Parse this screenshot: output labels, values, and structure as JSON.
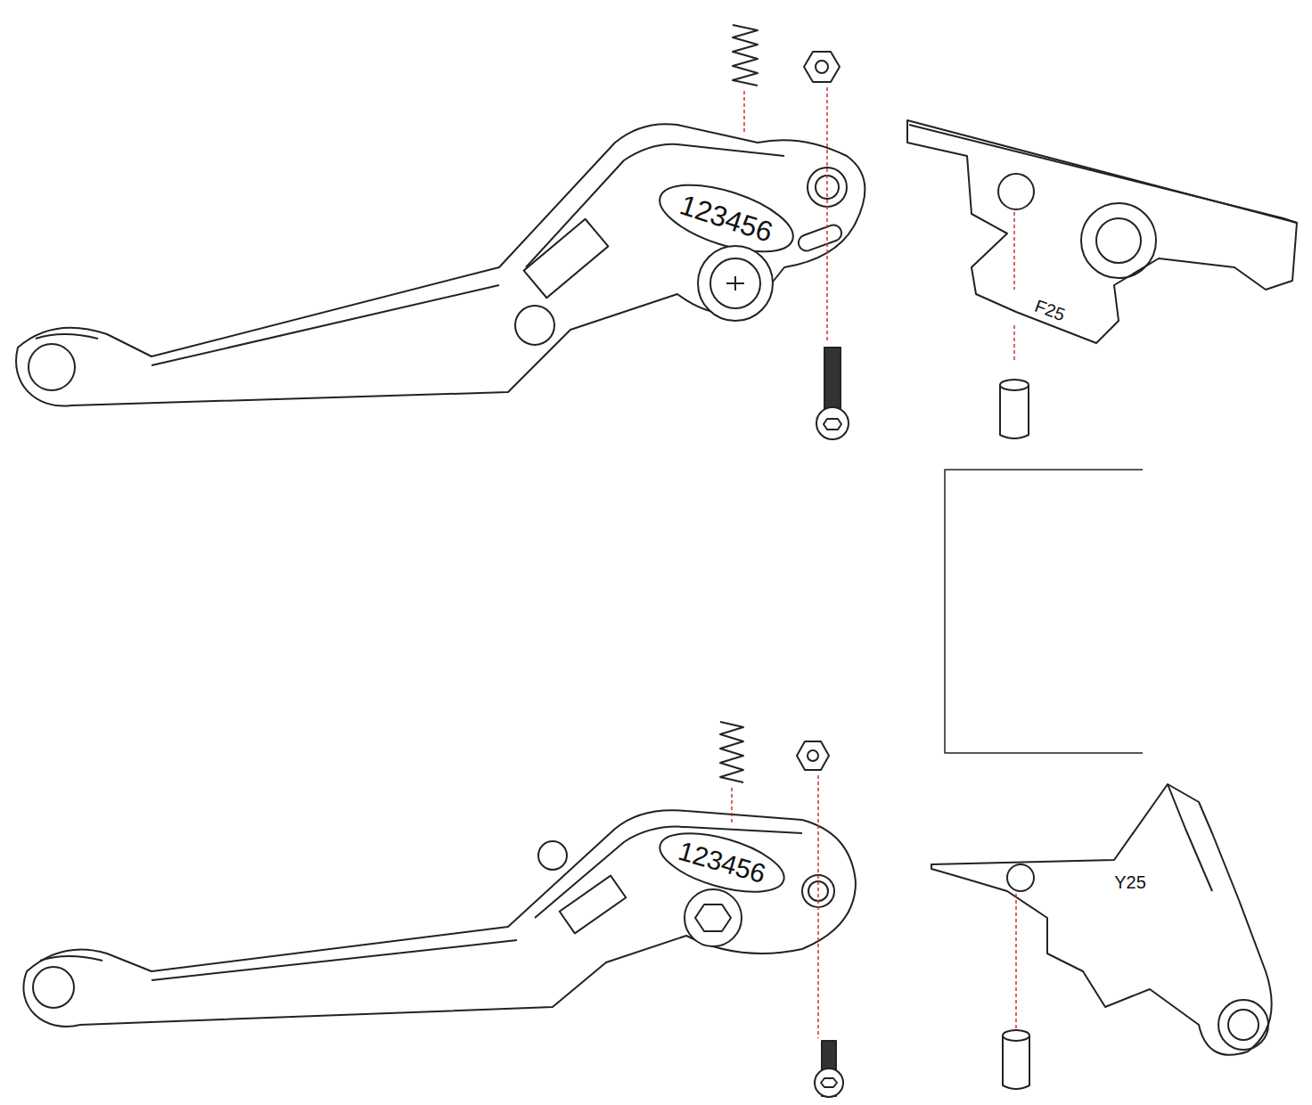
{
  "diagram": {
    "labels": [
      "123456",
      "F25",
      "123456",
      "Y25"
    ]
  }
}
